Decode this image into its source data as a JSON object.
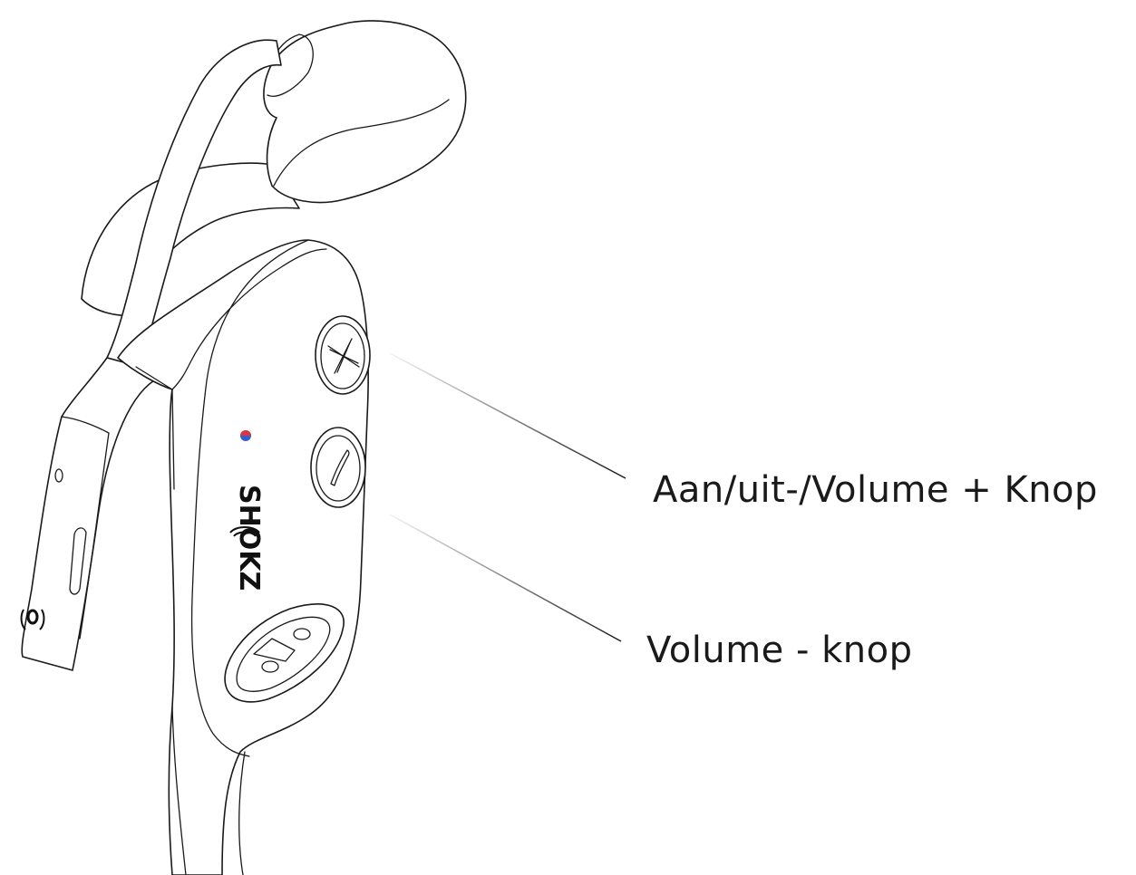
{
  "image": {
    "subject": "Bone conduction headphones, right side module with control buttons",
    "brand_logo": "SHOKZ"
  },
  "labels": {
    "volume_plus": "Aan/uit-/Volume + Knop",
    "volume_minus": "Volume - knop"
  },
  "colors": {
    "line": "#1a1a1a",
    "background": "#ffffff",
    "led_red": "#e0343d",
    "led_blue": "#2f5fd0"
  },
  "icons": {
    "plus_button": "plus-icon",
    "minus_button": "minus-icon",
    "multifunction_button": "play-pause-icon",
    "microphone_port": "mic-icon",
    "charging_port": "charging-port-icon",
    "bluetooth_logo": "wireless-icon"
  }
}
